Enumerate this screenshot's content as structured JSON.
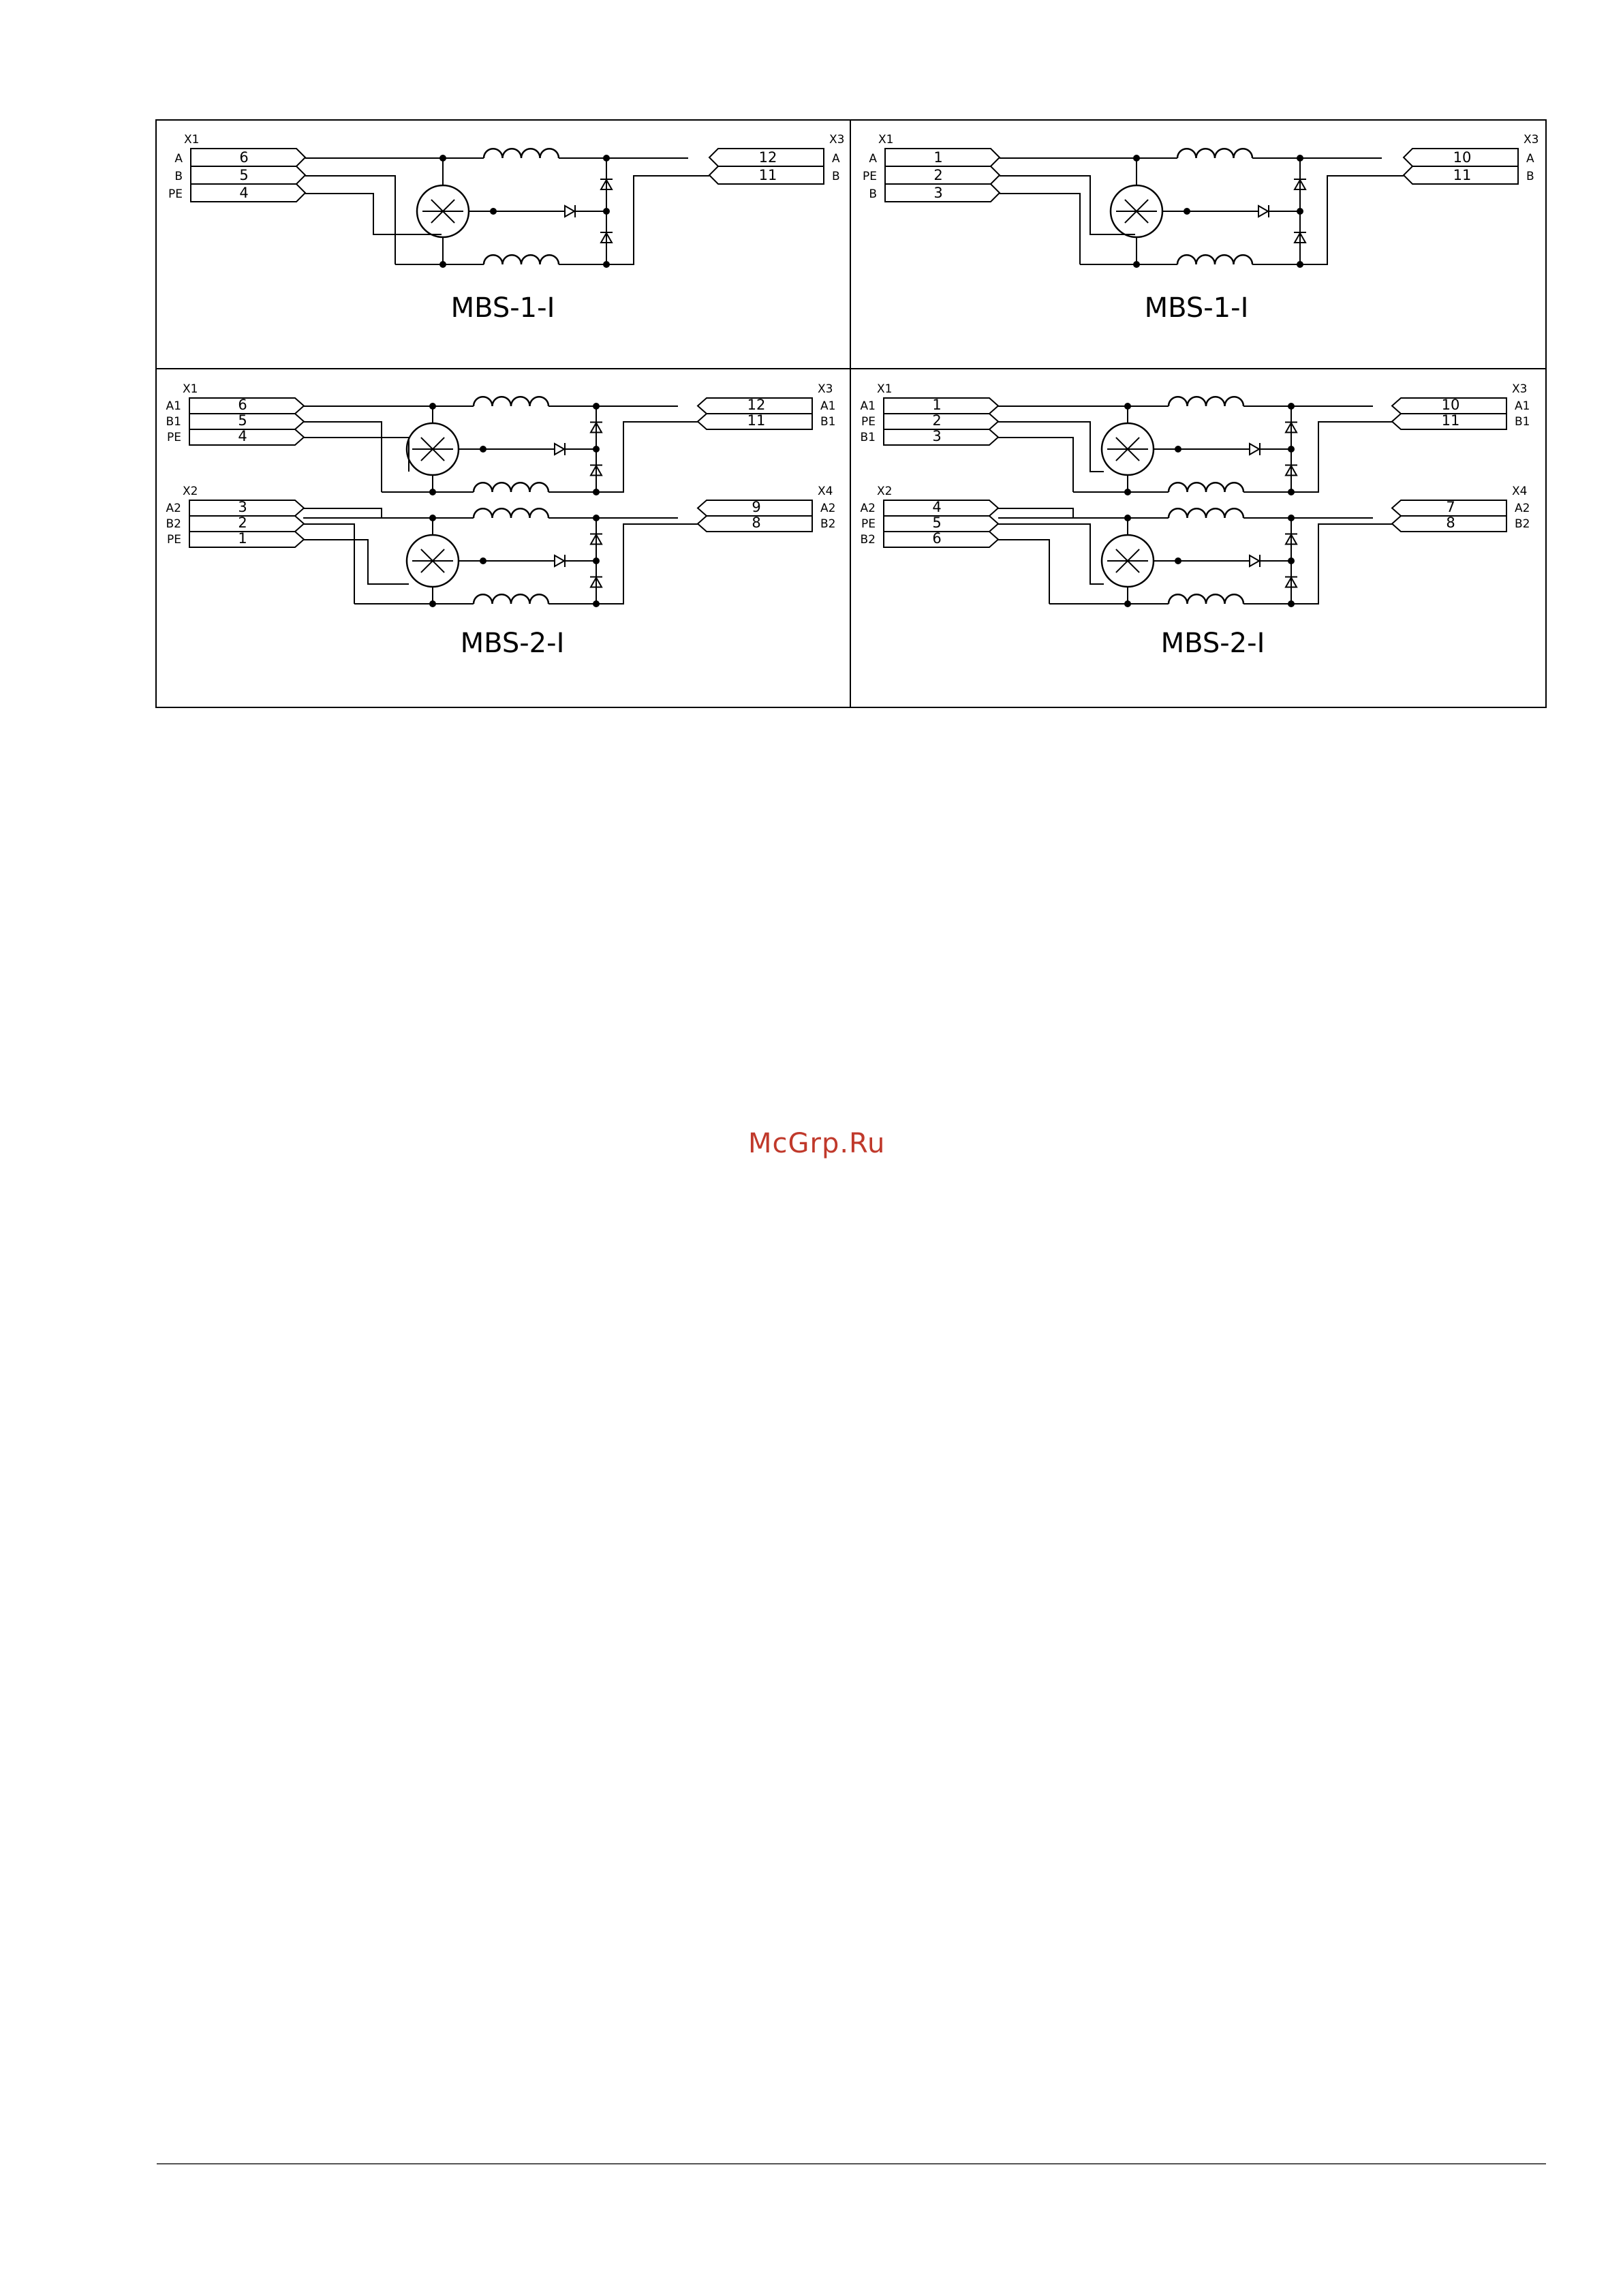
{
  "watermark": "McGrp.Ru",
  "panels": [
    {
      "title": "MBS-1-I",
      "connectors": [
        {
          "name": "X1",
          "side": "left",
          "labels": [
            "A",
            "B",
            "PE"
          ],
          "pins": [
            "6",
            "5",
            "4"
          ]
        },
        {
          "name": "X3",
          "side": "right",
          "labels": [
            "A",
            "B"
          ],
          "pins": [
            "12",
            "11"
          ]
        }
      ]
    },
    {
      "title": "MBS-1-I",
      "connectors": [
        {
          "name": "X1",
          "side": "left",
          "labels": [
            "A",
            "PE",
            "B"
          ],
          "pins": [
            "1",
            "2",
            "3"
          ]
        },
        {
          "name": "X3",
          "side": "right",
          "labels": [
            "A",
            "B"
          ],
          "pins": [
            "10",
            "11"
          ]
        }
      ]
    },
    {
      "title": "MBS-2-I",
      "connectors": [
        {
          "name": "X1",
          "side": "left",
          "labels": [
            "A1",
            "B1",
            "PE"
          ],
          "pins": [
            "6",
            "5",
            "4"
          ]
        },
        {
          "name": "X3",
          "side": "right",
          "labels": [
            "A1",
            "B1"
          ],
          "pins": [
            "12",
            "11"
          ]
        },
        {
          "name": "X2",
          "side": "left",
          "labels": [
            "A2",
            "B2",
            "PE"
          ],
          "pins": [
            "3",
            "2",
            "1"
          ]
        },
        {
          "name": "X4",
          "side": "right",
          "labels": [
            "A2",
            "B2"
          ],
          "pins": [
            "9",
            "8"
          ]
        }
      ]
    },
    {
      "title": "MBS-2-I",
      "connectors": [
        {
          "name": "X1",
          "side": "left",
          "labels": [
            "A1",
            "PE",
            "B1"
          ],
          "pins": [
            "1",
            "2",
            "3"
          ]
        },
        {
          "name": "X3",
          "side": "right",
          "labels": [
            "A1",
            "B1"
          ],
          "pins": [
            "10",
            "11"
          ]
        },
        {
          "name": "X2",
          "side": "left",
          "labels": [
            "A2",
            "PE",
            "B2"
          ],
          "pins": [
            "4",
            "5",
            "6"
          ]
        },
        {
          "name": "X4",
          "side": "right",
          "labels": [
            "A2",
            "B2"
          ],
          "pins": [
            "7",
            "8"
          ]
        }
      ]
    }
  ]
}
